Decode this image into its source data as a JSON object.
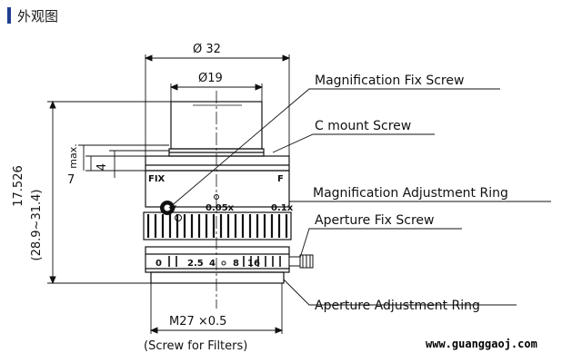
{
  "header": {
    "title": "外观图"
  },
  "colors": {
    "header_bar": "#1f3f8f",
    "line": "#111111"
  },
  "dimensions": {
    "outer_diameter": "Ø 32",
    "inner_diameter": "Ø19",
    "total_length": "17.526",
    "max_label": "max.",
    "dim_7": "7",
    "dim_4": "4",
    "range": "(28.9~31.4)",
    "filter_thread": "M27  ×0.5",
    "filter_note": "(Screw for Filters)"
  },
  "callouts": {
    "magnification_fix_screw": "Magnification Fix Screw",
    "c_mount_screw": "C mount Screw",
    "magnification_adjustment_ring": "Magnification Adjustment Ring",
    "aperture_fix_screw": "Aperture Fix Screw",
    "aperture_adjustment_ring": "Aperture Adjustment Ring"
  },
  "lens_markings": {
    "fix_left": "FIX",
    "fix_right": "F",
    "mag_low": "0.05x",
    "mag_high": "0.1x",
    "ap_0": "0",
    "ap_25": "2.5",
    "ap_4": "4",
    "ap_8": "8",
    "ap_16": "16"
  },
  "watermark": "www.guanggaoj.com"
}
